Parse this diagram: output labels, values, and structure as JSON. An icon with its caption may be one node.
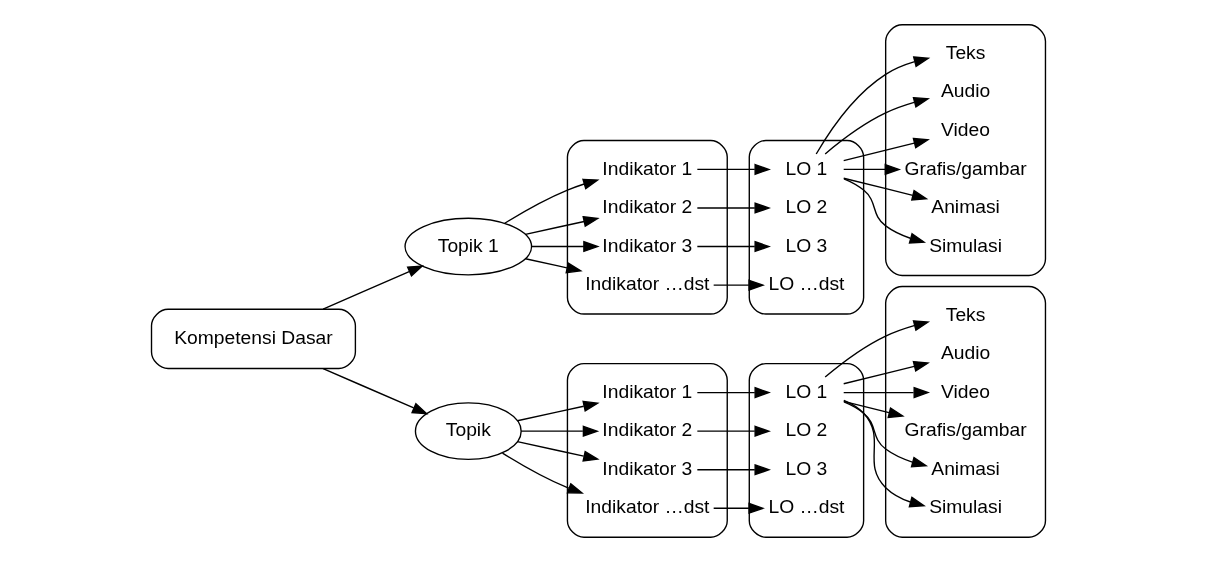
{
  "diagram": {
    "nodes": [
      {
        "text": [
          "Kompetensi Dasar"
        ]
      },
      {
        "text": [
          "Topik 1"
        ]
      },
      {
        "text": [],
        "shape": "box"
      },
      {
        "text": [
          "Indikator 1"
        ],
        "in": 2
      },
      {
        "text": [
          "Indikator 2"
        ],
        "in": 2
      },
      {
        "text": [
          "Indikator 3"
        ],
        "in": 2
      },
      {
        "text": [
          "Indikator …dst"
        ],
        "in": 2
      },
      {
        "text": [],
        "shape": "box"
      },
      {
        "text": [
          "LO 1"
        ],
        "in": 7
      },
      {
        "text": [
          "LO 2"
        ],
        "in": 7
      },
      {
        "text": [
          "LO 3"
        ],
        "in": 7
      },
      {
        "text": [
          "LO …dst"
        ],
        "in": 7
      },
      {
        "text": [],
        "shape": "box"
      },
      {
        "text": [
          "Teks"
        ],
        "in": 12
      },
      {
        "text": [
          "Audio"
        ],
        "in": 12
      },
      {
        "text": [
          "Video"
        ],
        "in": 12
      },
      {
        "text": [
          "Grafis/gambar"
        ],
        "in": 12
      },
      {
        "text": [
          "Animasi"
        ],
        "in": 12
      },
      {
        "text": [
          "Simulasi"
        ],
        "in": 12
      },
      {
        "text": [
          "Topik"
        ]
      },
      {
        "text": [],
        "shape": "box"
      },
      {
        "text": [
          "Indikator 1"
        ],
        "in": 20
      },
      {
        "text": [
          "Indikator 2"
        ],
        "in": 20
      },
      {
        "text": [
          "Indikator 3"
        ],
        "in": 20
      },
      {
        "text": [
          "Indikator …dst"
        ],
        "in": 20
      },
      {
        "text": [],
        "shape": "box"
      },
      {
        "text": [
          "LO 1"
        ],
        "in": 25
      },
      {
        "text": [
          "LO 2"
        ],
        "in": 25
      },
      {
        "text": [
          "LO 3"
        ],
        "in": 25
      },
      {
        "text": [
          "LO …dst"
        ],
        "in": 25
      },
      {
        "text": [],
        "shape": "box"
      },
      {
        "text": [
          "Teks"
        ],
        "in": 30
      },
      {
        "text": [
          "Audio"
        ],
        "in": 30
      },
      {
        "text": [
          "Video"
        ],
        "in": 30
      },
      {
        "text": [
          "Grafis/gambar"
        ],
        "in": 30
      },
      {
        "text": [
          "Animasi"
        ],
        "in": 30
      },
      {
        "text": [
          "Simulasi"
        ],
        "in": 30
      }
    ],
    "edges": [
      {
        "from": 0,
        "to": 1,
        "arrow": "to"
      },
      {
        "from": 0,
        "to": 19,
        "arrow": "to"
      },
      {
        "from": 1,
        "to": 3,
        "arrow": "to"
      },
      {
        "from": 1,
        "to": 4,
        "arrow": "to"
      },
      {
        "from": 1,
        "to": 5,
        "arrow": "to"
      },
      {
        "from": 1,
        "to": 6,
        "arrow": "to"
      },
      {
        "from": 3,
        "to": 8,
        "arrow": "to"
      },
      {
        "from": 4,
        "to": 9,
        "arrow": "to"
      },
      {
        "from": 5,
        "to": 10,
        "arrow": "to"
      },
      {
        "from": 6,
        "to": 11,
        "arrow": "to"
      },
      {
        "from": 8,
        "to": 13,
        "arrow": "to"
      },
      {
        "from": 8,
        "to": 14,
        "arrow": "to"
      },
      {
        "from": 8,
        "to": 15,
        "arrow": "to"
      },
      {
        "from": 8,
        "to": 16,
        "arrow": "to"
      },
      {
        "from": 8,
        "to": 17,
        "arrow": "to"
      },
      {
        "from": 8,
        "to": 18,
        "arrow": "to"
      },
      {
        "from": 19,
        "to": 21,
        "arrow": "to"
      },
      {
        "from": 19,
        "to": 22,
        "arrow": "to"
      },
      {
        "from": 19,
        "to": 23,
        "arrow": "to"
      },
      {
        "from": 19,
        "to": 24,
        "arrow": "to"
      },
      {
        "from": 21,
        "to": 26,
        "arrow": "to"
      },
      {
        "from": 22,
        "to": 27,
        "arrow": "to"
      },
      {
        "from": 23,
        "to": 28,
        "arrow": "to"
      },
      {
        "from": 24,
        "to": 29,
        "arrow": "to"
      },
      {
        "from": 26,
        "to": 31,
        "arrow": "to"
      },
      {
        "from": 26,
        "to": 32,
        "arrow": "to"
      },
      {
        "from": 26,
        "to": 33,
        "arrow": "to"
      },
      {
        "from": 26,
        "to": 34,
        "arrow": "to"
      },
      {
        "from": 26,
        "to": 35,
        "arrow": "to"
      },
      {
        "from": 26,
        "to": 36,
        "arrow": "to"
      }
    ]
  }
}
